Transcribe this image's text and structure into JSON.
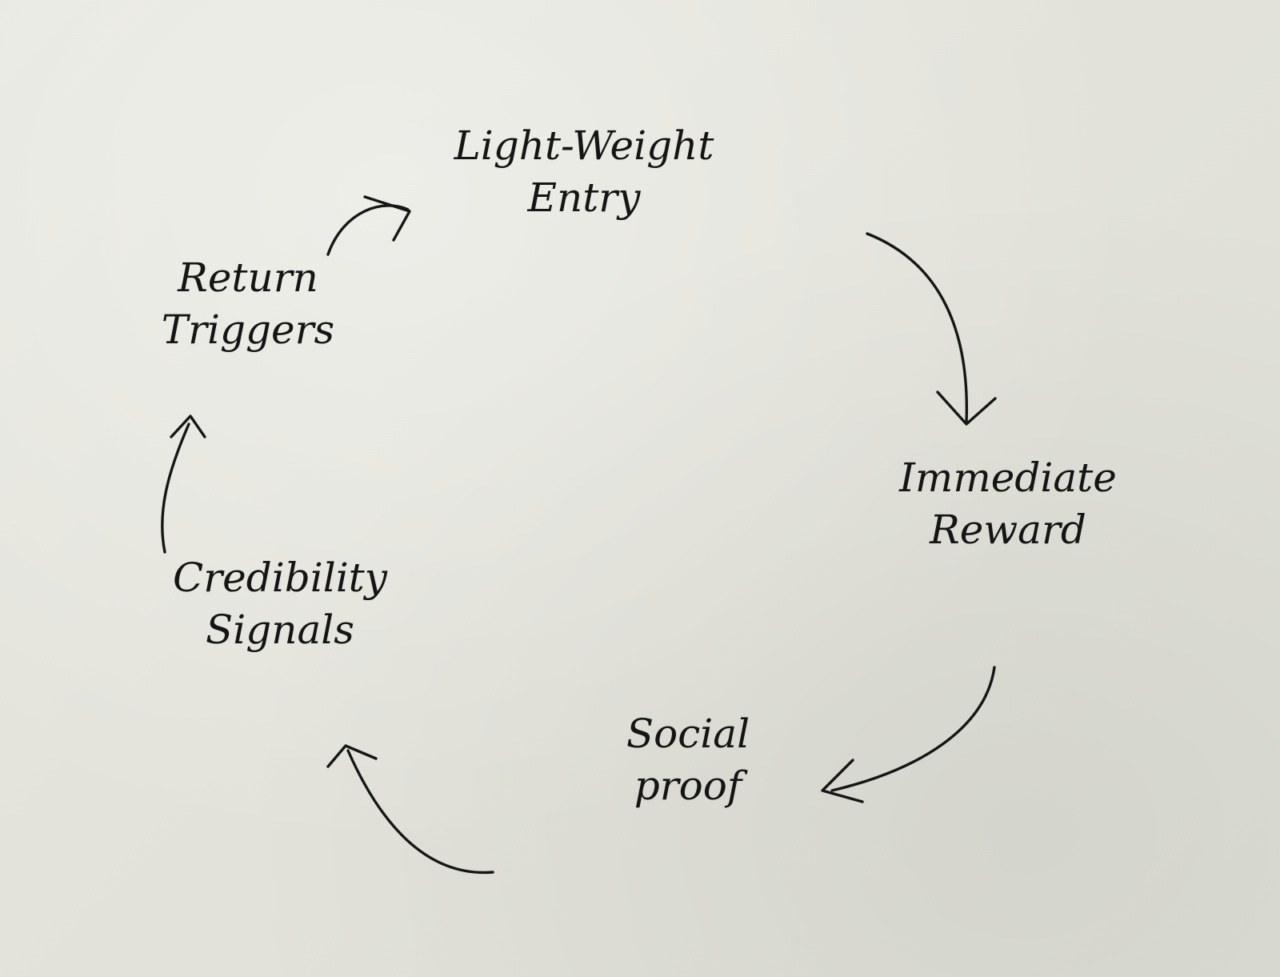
{
  "diagram": {
    "type": "cycle",
    "nodes": [
      {
        "id": "entry",
        "lines": [
          "Light-Weight",
          "Entry"
        ]
      },
      {
        "id": "reward",
        "lines": [
          "Immediate",
          "Reward"
        ]
      },
      {
        "id": "social",
        "lines": [
          "Social",
          "proof"
        ]
      },
      {
        "id": "credibility",
        "lines": [
          "Credibility",
          "Signals"
        ]
      },
      {
        "id": "return",
        "lines": [
          "Return",
          "Triggers"
        ]
      }
    ],
    "edges": [
      {
        "from": "entry",
        "to": "reward"
      },
      {
        "from": "reward",
        "to": "social"
      },
      {
        "from": "social",
        "to": "credibility"
      },
      {
        "from": "credibility",
        "to": "return"
      },
      {
        "from": "return",
        "to": "entry"
      }
    ],
    "ink_color": "#151515",
    "paper_color": "#e4e4dc"
  }
}
